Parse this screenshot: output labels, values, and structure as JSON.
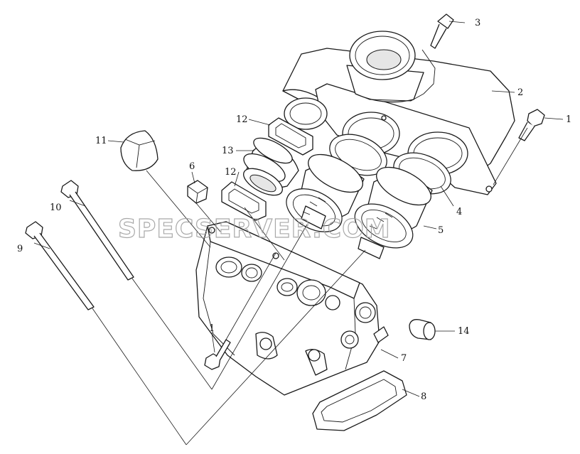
{
  "watermark": "SPECSERVER.COM",
  "callouts": [
    {
      "id": "label-1-top",
      "text": "1"
    },
    {
      "id": "label-2",
      "text": "2"
    },
    {
      "id": "label-3",
      "text": "3"
    },
    {
      "id": "label-4",
      "text": "4"
    },
    {
      "id": "label-5",
      "text": "5"
    },
    {
      "id": "label-6",
      "text": "6"
    },
    {
      "id": "label-7",
      "text": "7"
    },
    {
      "id": "label-8",
      "text": "8"
    },
    {
      "id": "label-9",
      "text": "9"
    },
    {
      "id": "label-10",
      "text": "10"
    },
    {
      "id": "label-11",
      "text": "11"
    },
    {
      "id": "label-12-top",
      "text": "12"
    },
    {
      "id": "label-12-mid",
      "text": "12"
    },
    {
      "id": "label-13",
      "text": "13"
    },
    {
      "id": "label-14",
      "text": "14"
    },
    {
      "id": "label-1-bottom",
      "text": "1"
    }
  ]
}
